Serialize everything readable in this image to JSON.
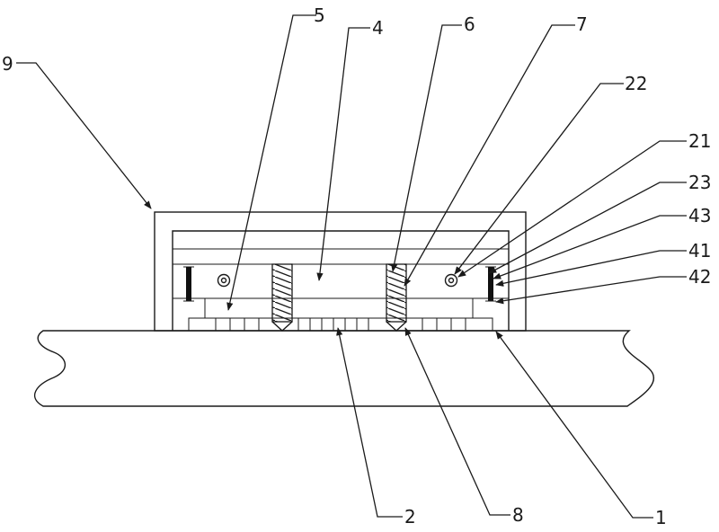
{
  "figure": {
    "labels": {
      "l1": "1",
      "l2": "2",
      "l4": "4",
      "l5": "5",
      "l6": "6",
      "l7": "7",
      "l8": "8",
      "l9": "9",
      "l21": "21",
      "l22": "22",
      "l23": "23",
      "l41": "41",
      "l42": "42",
      "l43": "43"
    }
  }
}
